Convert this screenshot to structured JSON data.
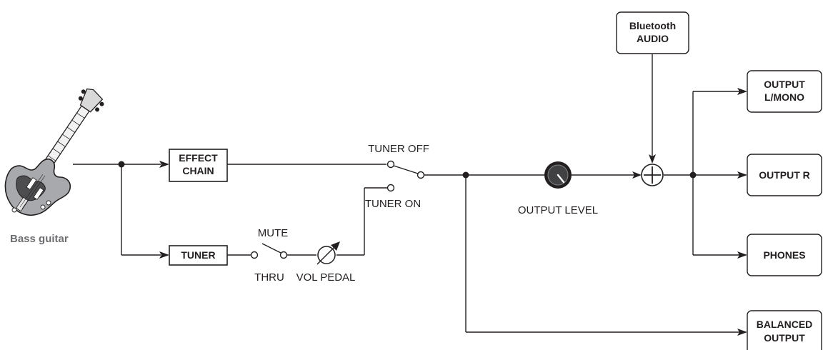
{
  "source": {
    "label": "Bass guitar"
  },
  "blocks": {
    "effect_chain": [
      "EFFECT",
      "CHAIN"
    ],
    "tuner": "TUNER"
  },
  "switches": {
    "tuner_off": "TUNER OFF",
    "tuner_on": "TUNER ON",
    "mute": "MUTE",
    "thru": "THRU",
    "vol_pedal": "VOL PEDAL"
  },
  "controls": {
    "output_level": "OUTPUT LEVEL"
  },
  "inputs": {
    "bluetooth": [
      "Bluetooth",
      "AUDIO"
    ]
  },
  "outputs": {
    "l_mono": [
      "OUTPUT",
      "L/MONO"
    ],
    "r": "OUTPUT R",
    "phones": "PHONES",
    "balanced": [
      "BALANCED",
      "OUTPUT"
    ]
  },
  "icons": {
    "guitar": "bass-guitar-icon",
    "knob": "knob-icon",
    "mixer": "summing-junction-icon",
    "pedal": "variable-resistor-icon"
  }
}
